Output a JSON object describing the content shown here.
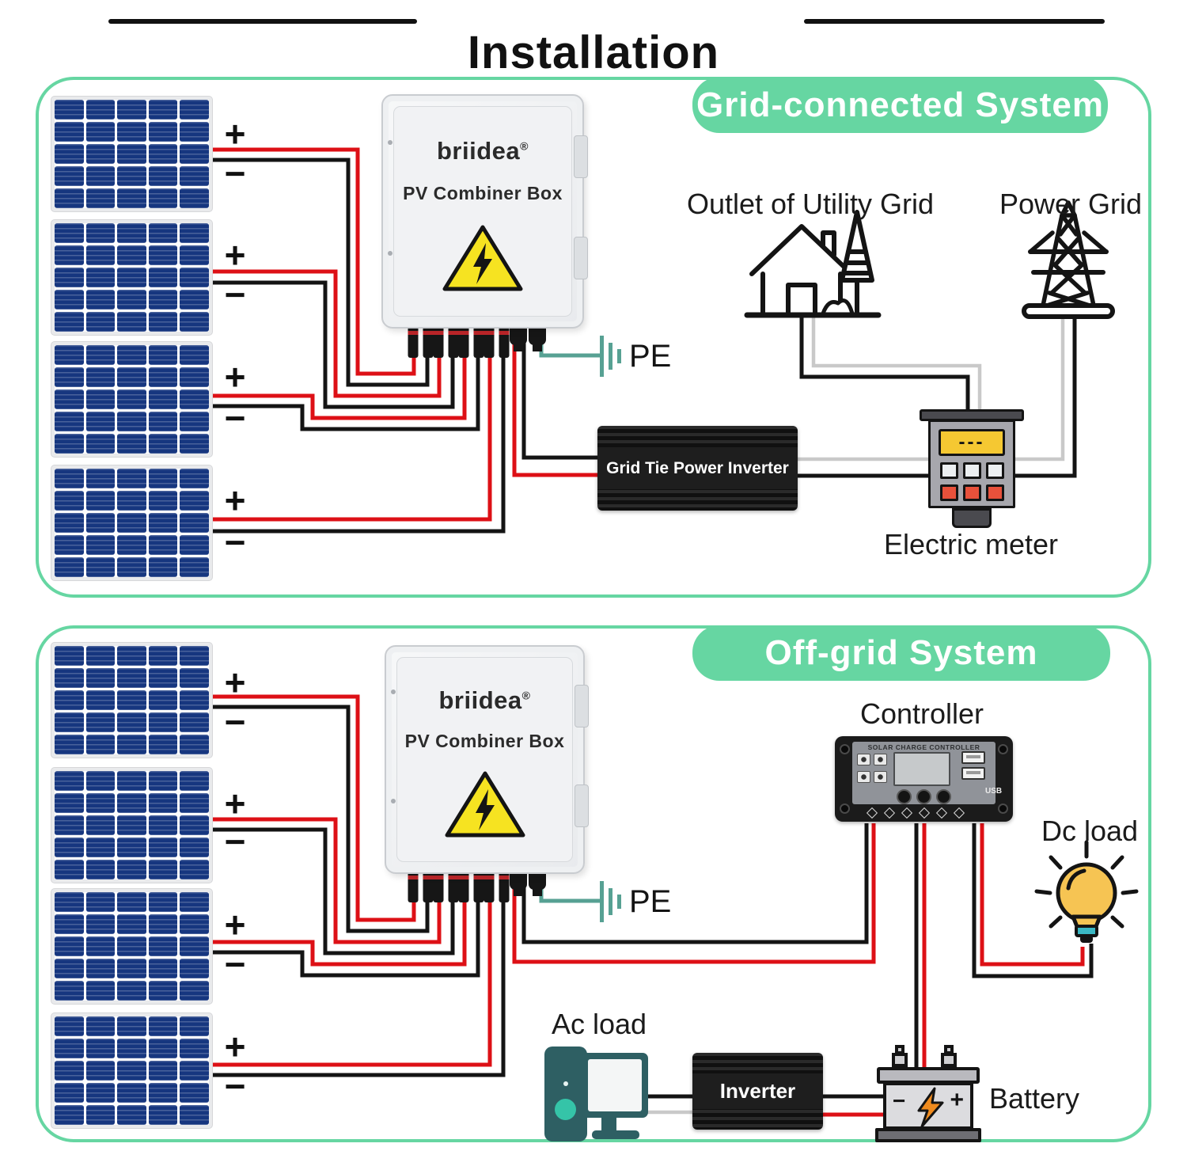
{
  "title": "Installation",
  "section_grid": {
    "heading": "Grid-connected System",
    "outlet_label": "Outlet of Utility Grid",
    "power_grid_label": "Power Grid",
    "inverter_label": "Grid Tie Power Inverter",
    "meter_label": "Electric meter",
    "meter_display": "---",
    "pe_label": "PE"
  },
  "section_offgrid": {
    "heading": "Off-grid System",
    "controller_label": "Controller",
    "controller_panel_title": "SOLAR CHARGE CONTROLLER",
    "usb_label": "USB",
    "dc_load_label": "Dc load",
    "ac_load_label": "Ac load",
    "inverter_label": "Inverter",
    "battery_label": "Battery",
    "pe_label": "PE"
  },
  "combiner_box": {
    "brand": "briidea",
    "registered_mark": "®",
    "product_label": "PV Combiner Box"
  },
  "polarity": {
    "plus": "+",
    "minus": "−"
  },
  "colors": {
    "accent_green": "#66d6a2",
    "wire_red": "#dd1016",
    "wire_black": "#141414",
    "wire_gray": "#c9c9c9",
    "wire_ground_teal": "#57a193",
    "panel_blue": "#16367f",
    "warning_yellow": "#f6e321",
    "meter_display_yellow": "#f5c832",
    "bulb_yellow": "#f6c453",
    "bulb_base_teal": "#3bb8c4",
    "battery_bolt_orange": "#f08b1e",
    "device_teal": "#2e5f63",
    "device_teal_bright": "#35c4a8"
  }
}
